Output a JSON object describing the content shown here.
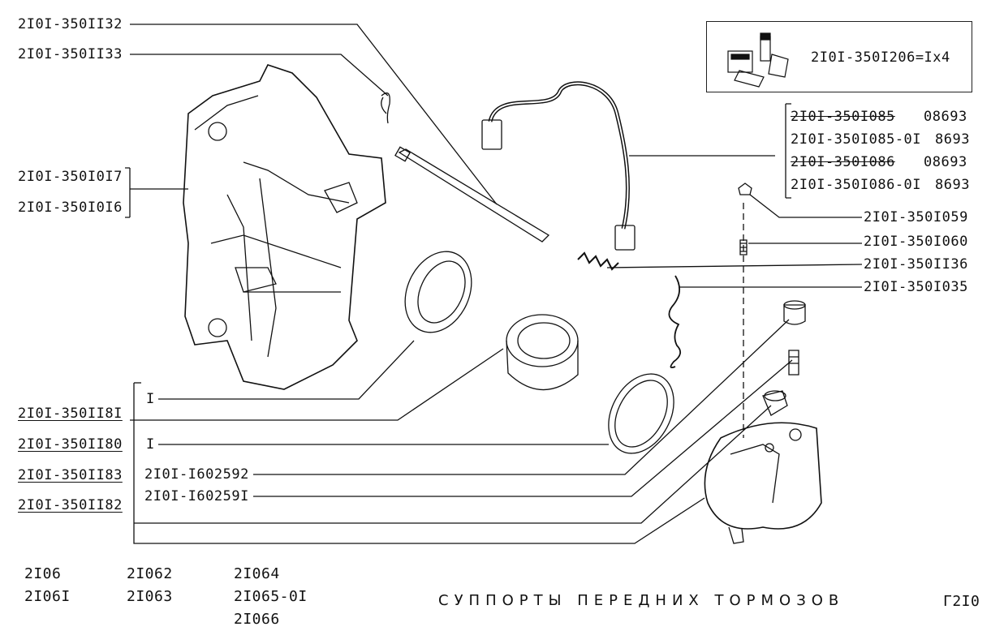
{
  "labels_left": {
    "p1": "2I0I-350II32",
    "p2": "2I0I-350II33",
    "p3": "2I0I-350I0I7",
    "p4": "2I0I-350I0I6",
    "p5": "2I0I-350II8I",
    "p6": "2I0I-350II80",
    "p7": "2I0I-350II83",
    "p8": "2I0I-350II82"
  },
  "labels_inner": {
    "i1": "I",
    "i2": "I",
    "i3": "2I0I-I602592",
    "i4": "2I0I-I60259I"
  },
  "labels_right": {
    "r1": "2I0I-350I059",
    "r2": "2I0I-350I060",
    "r3": "2I0I-350II36",
    "r4": "2I0I-350I035"
  },
  "hose_table": [
    {
      "part": "2I0I-350I085",
      "code": "08693",
      "crossed": true
    },
    {
      "part": "2I0I-350I085-0I",
      "code": "8693",
      "crossed": false
    },
    {
      "part": "2I0I-350I086",
      "code": "08693",
      "crossed": true
    },
    {
      "part": "2I0I-350I086-0I",
      "code": "8693",
      "crossed": false
    }
  ],
  "inset_kit": "2I0I-350I206=Ix4",
  "models": [
    "2I06",
    "2I06I",
    "2I062",
    "2I063",
    "2I064",
    "2I065-0I",
    "2I066"
  ],
  "title": "СУППОРТЫ ПЕРЕДНИХ ТОРМОЗОВ",
  "page_code": "Г2I0"
}
